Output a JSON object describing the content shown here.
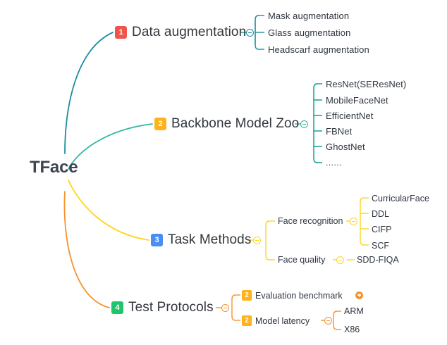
{
  "diagram": {
    "type": "mind-map",
    "root": {
      "label": "TFace"
    },
    "colors": {
      "branch1": "#1a8f9e",
      "branch2": "#2fb8a0",
      "branch3": "#ffd51e",
      "branch4": "#f5932e",
      "badge1": "#f0544c",
      "badge2": "#ffb21c",
      "badge3": "#4a8df6",
      "badge4": "#1fc46b",
      "text": "#2f3640",
      "root_text": "#3d4552"
    },
    "branches": [
      {
        "index": "1",
        "label": "Data augmentation",
        "badge_color": "#f0544c",
        "line_color": "#1a8f9e",
        "toggle": "collapse",
        "children": [
          {
            "label": "Mask augmentation"
          },
          {
            "label": "Glass augmentation"
          },
          {
            "label": "Headscarf  augmentation"
          }
        ]
      },
      {
        "index": "2",
        "label": "Backbone Model Zoo",
        "badge_color": "#ffb21c",
        "line_color": "#2fb8a0",
        "toggle": "collapse",
        "children": [
          {
            "label": "ResNet(SEResNet)"
          },
          {
            "label": "MobileFaceNet"
          },
          {
            "label": "EfficientNet"
          },
          {
            "label": "FBNet"
          },
          {
            "label": "GhostNet"
          },
          {
            "label": "......"
          }
        ]
      },
      {
        "index": "3",
        "label": "Task Methods",
        "badge_color": "#4a8df6",
        "line_color": "#ffd51e",
        "toggle": "collapse",
        "children": [
          {
            "label": "Face recognition",
            "toggle": "collapse",
            "children": [
              {
                "label": "CurricularFace"
              },
              {
                "label": "DDL"
              },
              {
                "label": "CIFP"
              },
              {
                "label": "SCF"
              }
            ]
          },
          {
            "label": "Face quality",
            "toggle": "collapse",
            "children": [
              {
                "label": "SDD-FIQA"
              }
            ]
          }
        ]
      },
      {
        "index": "4",
        "label": "Test Protocols",
        "badge_color": "#1fc46b",
        "line_color": "#f5932e",
        "toggle": "collapse",
        "children": [
          {
            "badge": "2",
            "badge_color": "#ffb21c",
            "label": "Evaluation benchmark",
            "toggle": "expand",
            "children": []
          },
          {
            "badge": "2",
            "badge_color": "#ffb21c",
            "label": "Model latency",
            "toggle": "collapse",
            "children": [
              {
                "label": "ARM"
              },
              {
                "label": "X86"
              }
            ]
          }
        ]
      }
    ]
  }
}
